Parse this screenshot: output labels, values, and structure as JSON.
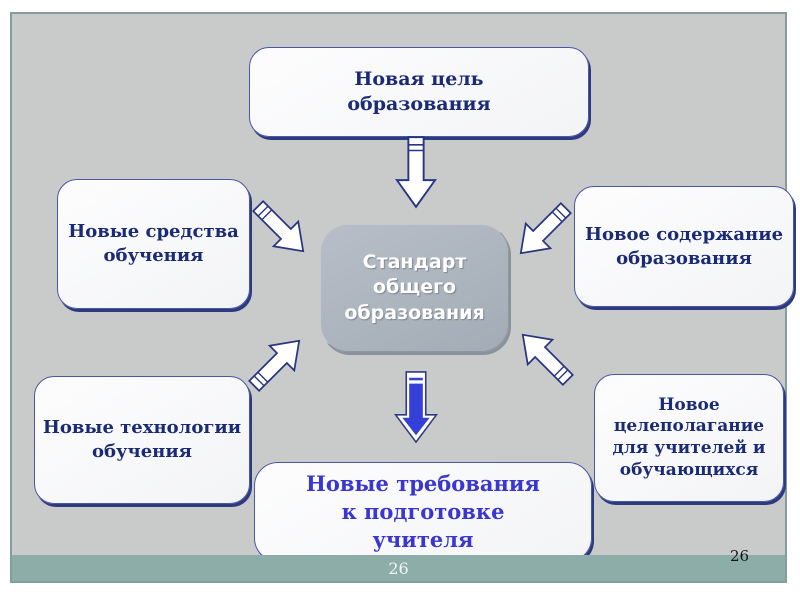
{
  "slide": {
    "center_node": {
      "label": "Стандарт общего\nобразования"
    },
    "nodes": [
      {
        "id": "new-goal",
        "label": "Новая цель\nобразования"
      },
      {
        "id": "new-means",
        "label": "Новые средства\nобучения"
      },
      {
        "id": "new-content",
        "label": "Новое содержание\nобразования"
      },
      {
        "id": "new-technologies",
        "label": "Новые технологии\nобучения"
      },
      {
        "id": "new-goal-setting",
        "label": "Новое\nцелеполагание\nдля учителей и\nобучающихся"
      },
      {
        "id": "new-requirements",
        "label": "Новые требования\nк подготовке\nучителя"
      }
    ],
    "footer": {
      "page_number": "26"
    },
    "corner_page_number": "26",
    "colors": {
      "content_background": "#c9caca",
      "content_border": "#819e9d",
      "footer_bar": "#8dada9",
      "node_fill": "#f8f9fa",
      "node_border": "#4a57a5",
      "node_shadow": "#2e3a80",
      "node_text": "#1b2a75",
      "highlight_node_text": "#3a36cf",
      "center_node_fill": "#aab3bd",
      "center_node_text": "#ffffff",
      "hollow_arrow_outline": "#2a3580",
      "solid_arrow_blue": "#3540d8"
    }
  }
}
